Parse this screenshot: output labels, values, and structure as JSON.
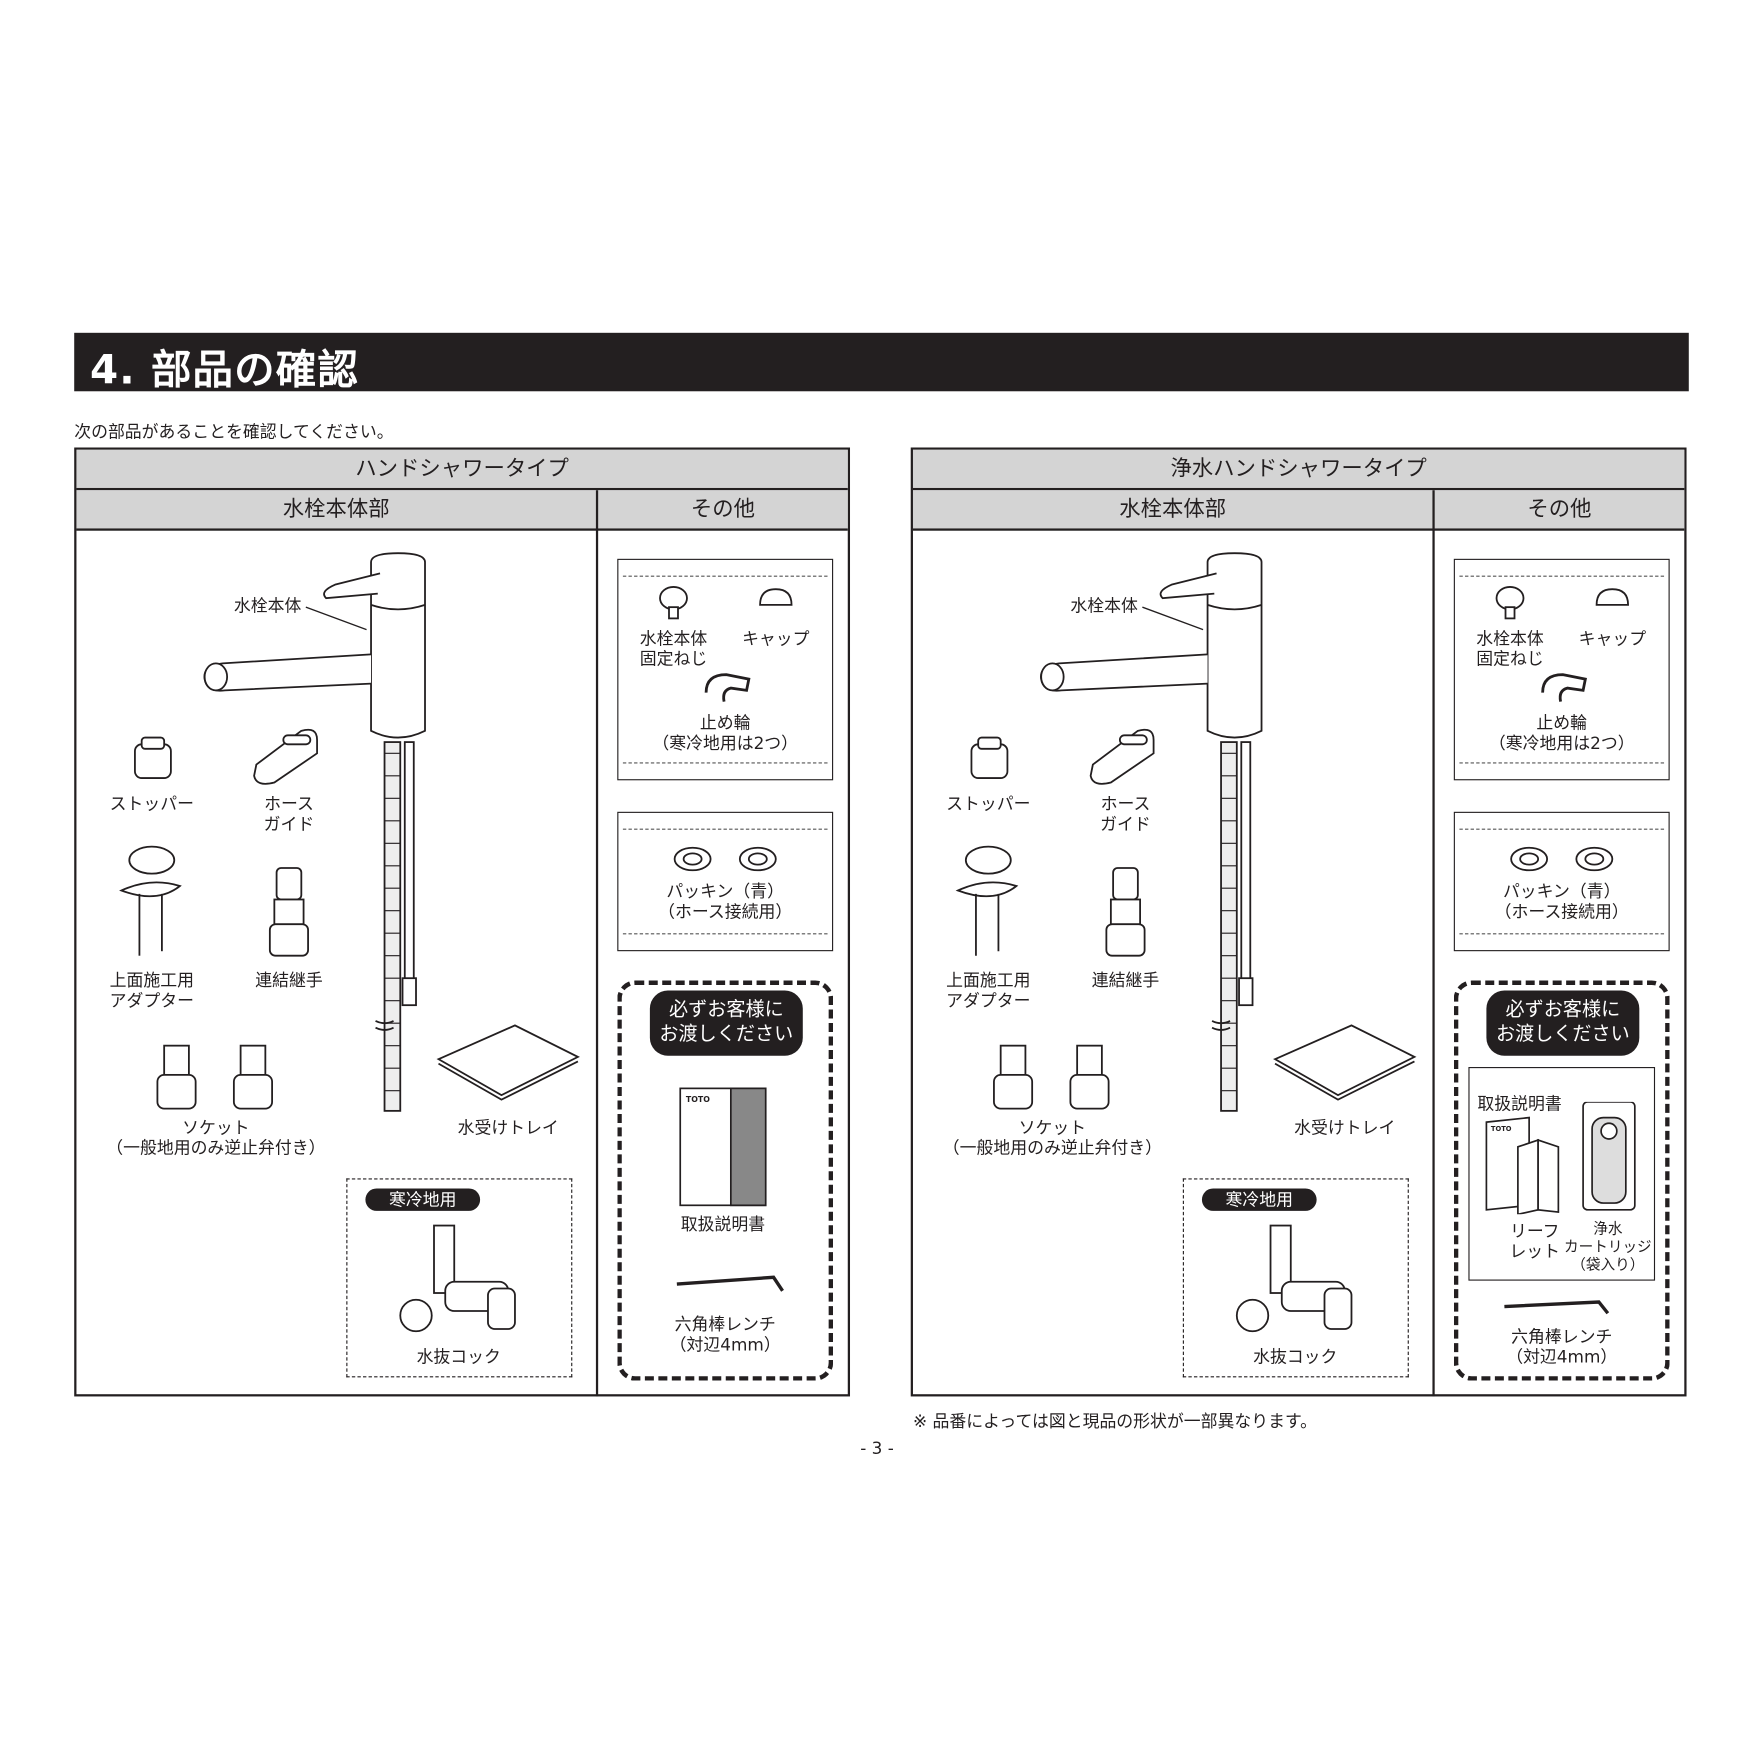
{
  "header": {
    "title": "4. 部品の確認"
  },
  "intro": "次の部品があることを確認してください。",
  "left": {
    "title": "ハンドシャワータイプ",
    "col_main": "水栓本体部",
    "col_other": "その他",
    "faucet_body": "水栓本体",
    "stopper": "ストッパー",
    "hose_guide_1": "ホース",
    "hose_guide_2": "ガイド",
    "adapter_1": "上面施工用",
    "adapter_2": "アダプター",
    "joint": "連結継手",
    "socket_1": "ソケット",
    "socket_2": "（一般地用のみ逆止弁付き）",
    "tray": "水受けトレイ",
    "cold_badge": "寒冷地用",
    "drain_cock": "水抜コック",
    "screw_1": "水栓本体",
    "screw_2": "固定ねじ",
    "cap": "キャップ",
    "ring_1": "止め輪",
    "ring_2": "（寒冷地用は2つ）",
    "packing_1": "パッキン（青）",
    "packing_2": "（ホース接続用）",
    "handover_1": "必ずお客様に",
    "handover_2": "お渡しください",
    "manual": "取扱説明書",
    "manual_logo": "TOTO",
    "wrench_1": "六角棒レンチ",
    "wrench_2": "（対辺4mm）"
  },
  "right": {
    "title": "浄水ハンドシャワータイプ",
    "col_main": "水栓本体部",
    "col_other": "その他",
    "faucet_body": "水栓本体",
    "stopper": "ストッパー",
    "hose_guide_1": "ホース",
    "hose_guide_2": "ガイド",
    "adapter_1": "上面施工用",
    "adapter_2": "アダプター",
    "joint": "連結継手",
    "socket_1": "ソケット",
    "socket_2": "（一般地用のみ逆止弁付き）",
    "tray": "水受けトレイ",
    "cold_badge": "寒冷地用",
    "drain_cock": "水抜コック",
    "screw_1": "水栓本体",
    "screw_2": "固定ねじ",
    "cap": "キャップ",
    "ring_1": "止め輪",
    "ring_2": "（寒冷地用は2つ）",
    "packing_1": "パッキン（青）",
    "packing_2": "（ホース接続用）",
    "handover_1": "必ずお客様に",
    "handover_2": "お渡しください",
    "manual": "取扱説明書",
    "manual_logo": "TOTO",
    "leaflet_1": "リーフ",
    "leaflet_2": "レット",
    "cartridge_1": "浄水",
    "cartridge_2": "カートリッジ",
    "cartridge_3": "（袋入り）",
    "wrench_1": "六角棒レンチ",
    "wrench_2": "（対辺4mm）"
  },
  "footnote": "※ 品番によっては図と現品の形状が一部異なります。",
  "page_number": "- 3 -"
}
